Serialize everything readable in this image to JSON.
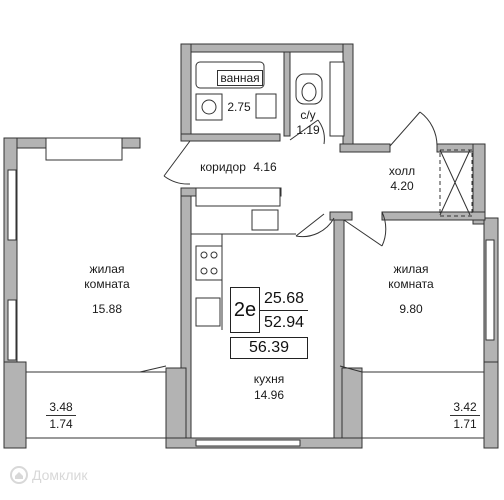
{
  "rooms": {
    "bathroom": {
      "name": "ванная",
      "area": "2.75"
    },
    "toilet": {
      "name": "с/у",
      "area": "1.19"
    },
    "corridor": {
      "name": "коридор",
      "area": "4.16"
    },
    "hall": {
      "name": "холл",
      "area": "4.20"
    },
    "living_left": {
      "name_line1": "жилая",
      "name_line2": "комната",
      "area": "15.88"
    },
    "living_right": {
      "name_line1": "жилая",
      "name_line2": "комната",
      "area": "9.80"
    },
    "kitchen": {
      "name": "кухня",
      "area": "14.96"
    }
  },
  "balconies": {
    "left": {
      "area_top": "3.48",
      "area_bottom": "1.74"
    },
    "right": {
      "area_top": "3.42",
      "area_bottom": "1.71"
    }
  },
  "summary": {
    "code": "2e",
    "living_area": "25.68",
    "total_area": "52.94",
    "total_with_balcony": "56.39"
  },
  "watermark": {
    "text": "Домклик"
  },
  "colors": {
    "wall": "#b3b3b3",
    "wall_outline": "#333333",
    "line": "#333333",
    "watermark": "#d8d8d8"
  }
}
